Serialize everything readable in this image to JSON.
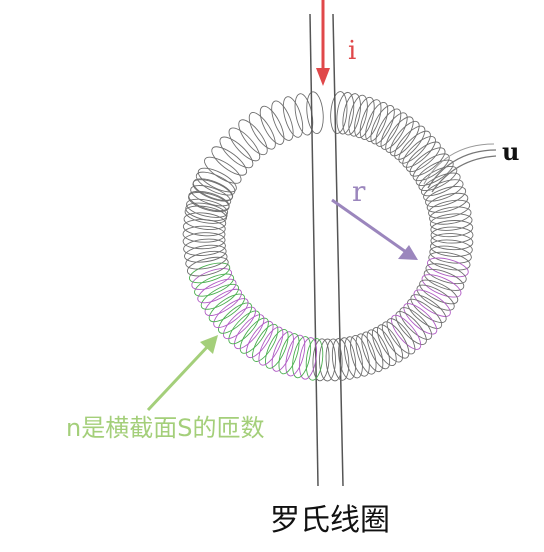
{
  "labels": {
    "current": "i",
    "radius": "r",
    "voltage": "u",
    "turns_note": "n是横截面S的匝数",
    "title": "罗氏线圈"
  },
  "colors": {
    "current": "#e0484a",
    "radius": "#9b86bd",
    "turns_note": "#a4cf7a",
    "coil": "#6e6e6e",
    "coil_green": "#4caf50",
    "coil_purple": "#b05cc4",
    "conductor": "#555555",
    "text": "#111111"
  },
  "icons": {
    "current_arrow": "arrow-down",
    "radius_arrow": "arrow-diagonal",
    "turns_arrow": "arrow-up-right"
  }
}
